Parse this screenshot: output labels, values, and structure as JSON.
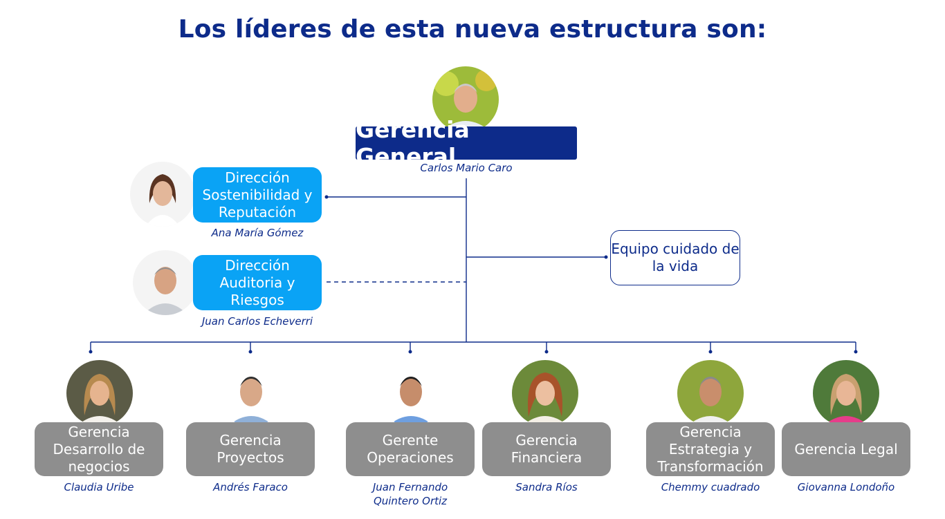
{
  "title": "Los líderes de esta nueva estructura son:",
  "general": {
    "label": "Gerencia General",
    "name": "Carlos Mario Caro"
  },
  "direcciones": [
    {
      "label": "Dirección Sostenibilidad y Reputación",
      "name": "Ana María Gómez"
    },
    {
      "label": "Dirección Auditoria y Riesgos",
      "name": "Juan Carlos Echeverri"
    }
  ],
  "equipo": {
    "label": "Equipo cuidado de la vida"
  },
  "gerencias": [
    {
      "label": "Gerencia Desarrollo de negocios",
      "name": "Claudia Uribe"
    },
    {
      "label": "Gerencia Proyectos",
      "name": "Andrés Faraco"
    },
    {
      "label": "Gerente Operaciones",
      "name": "Juan Fernando Quintero Ortiz"
    },
    {
      "label": "Gerencia Financiera",
      "name": "Sandra Ríos"
    },
    {
      "label": "Gerencia Estrategia y Transformación",
      "name": "Chemmy cuadrado"
    },
    {
      "label": "Gerencia Legal",
      "name": "Giovanna Londoño"
    }
  ],
  "colors": {
    "navy": "#0d2b8a",
    "blue_box": "#0aa3f5",
    "grey_box": "#8e8e8e"
  }
}
